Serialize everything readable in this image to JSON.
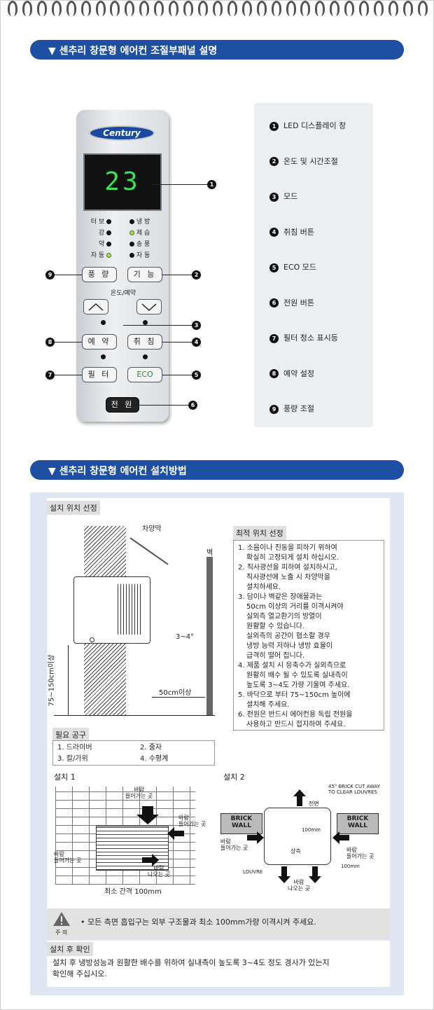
{
  "banners": {
    "panel": "▼ 센추리 창문형 에어컨 조절부패널 설명",
    "install": "▼ 센추리 창문형 에어컨 설치방법"
  },
  "panel": {
    "logo": "Century",
    "display": "23",
    "left_indicators": [
      "터 보",
      "강",
      "약",
      "자 동"
    ],
    "right_indicators": [
      "냉 방",
      "제 습",
      "송 풍",
      "자 동"
    ],
    "buttons": {
      "fan": "풍 량",
      "function": "기 능",
      "temp_label": "온도/예약",
      "reserve": "예 약",
      "sleep": "취 침",
      "filter": "필 터",
      "eco": "ECO",
      "power": "전 원"
    },
    "callouts": [
      "1",
      "2",
      "3",
      "4",
      "5",
      "6",
      "7",
      "8",
      "9"
    ]
  },
  "legend": [
    {
      "n": "1",
      "t": "LED 디스플레이 창"
    },
    {
      "n": "2",
      "t": "온도 및 시간조절"
    },
    {
      "n": "3",
      "t": "모드"
    },
    {
      "n": "4",
      "t": "취침 버튼"
    },
    {
      "n": "5",
      "t": "ECO 모드"
    },
    {
      "n": "6",
      "t": "전원 버튼"
    },
    {
      "n": "7",
      "t": "필터 청소 표시등"
    },
    {
      "n": "8",
      "t": "예약 설정"
    },
    {
      "n": "9",
      "t": "풍량 조절"
    }
  ],
  "install": {
    "location_title": "설치 위치 선정",
    "awning": "차양막",
    "wall": "벽",
    "angle": "3~4°",
    "distance": "50cm이상",
    "height": "75~150cm이상",
    "best_title": "최적 위치 선정",
    "best": [
      "1. 소음이나 진동을 피하기 위하여",
      "확실히 고정되게 설치 하십시오.",
      "2. 직사광선을 피하여 설치하시고,",
      "직사광선에 노출 시 차양막을",
      "설치하세요.",
      "3. 담이나 벽같은 장애물과는",
      "50cm 이상의 거리를 이격시켜야",
      "실외측 열교환기의 방열이",
      "원활할 수 있습니다.",
      "실외측의 공간이 협소할 경우",
      "냉방 능력 저하나 냉방 효율이",
      "급격히 떨어 집니다.",
      "4. 제품 설치 시 응축수가 실외측으로",
      "원활히 배수 될 수 있도록 실내측이",
      "높도록 3~4도 가량 기울여 주세요.",
      "5. 바닥으로 부터 75~150cm 높이에",
      "설치해 주세요.",
      "6. 전원은 반드시 에어컨용 독립 전원을",
      "사용하고 반드시 접지하여 주세요."
    ],
    "tools_title": "필요 공구",
    "tools": [
      "1. 드라이버",
      "2. 줄자",
      "3. 칼/가위",
      "4. 수평계"
    ],
    "inst1_title": "설치 1",
    "inst2_title": "설치 2",
    "inst1_labels": {
      "in_top": "바람\n들어가는 곳",
      "in_right": "바람\n들어가는 곳",
      "in_left": "바람\n들어가는 곳",
      "out": "바람\n나오는 곳",
      "gap": "최소 간격 100mm"
    },
    "inst2_labels": {
      "note": "45° BRICK CUT AWAY\nTO CLEAR LOUVRES",
      "front": "전면",
      "brick_l": "BRICK\nWALL",
      "brick_r": "BRICK\nWALL",
      "mm1": "100mm",
      "in_l": "바람\n들어가는 곳",
      "side": "상측",
      "in_r": "바람\n들어가는 곳",
      "mm2": "100mm",
      "louvre": "LOUVRE",
      "out": "바람\n나오는 곳"
    },
    "caution_label": "주 의",
    "caution": "• 모든 측면 흡입구는 외부 구조물과 최소 100mm가량 이격시켜 주세요.",
    "after_title": "설치 후 확인",
    "after": [
      "설치 후 냉방성능과 원활한 배수를 위하여 실내측이 높도록 3~4도 정도 경사가 있는지",
      "확인해 주십시오."
    ]
  }
}
